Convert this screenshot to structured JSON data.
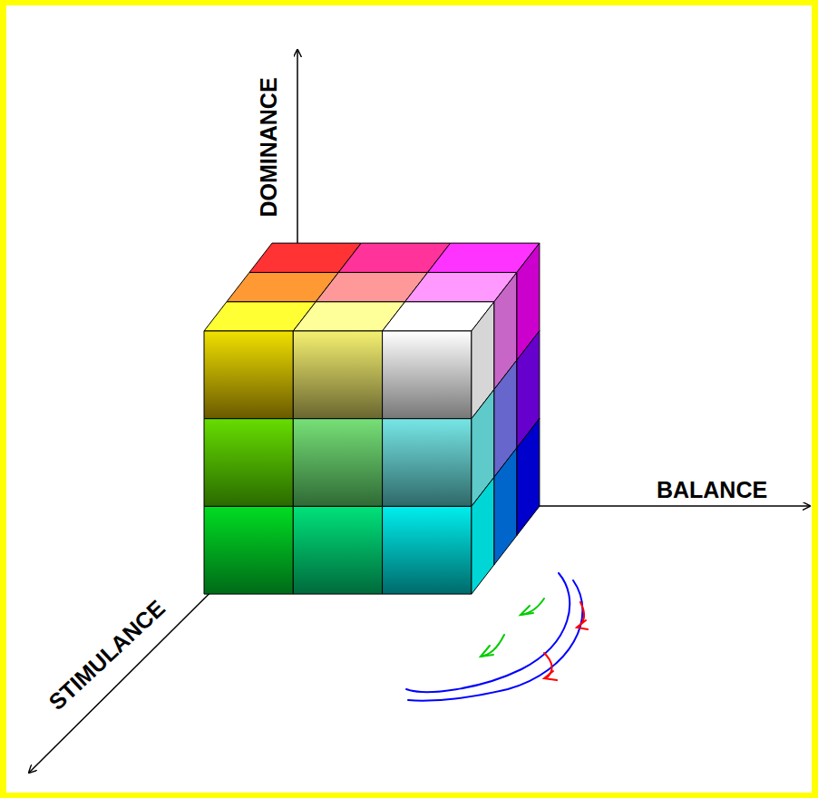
{
  "diagram": {
    "labels": [
      "DOMINANCE",
      "BALANCE",
      "STIMULANCE"
    ]
  }
}
